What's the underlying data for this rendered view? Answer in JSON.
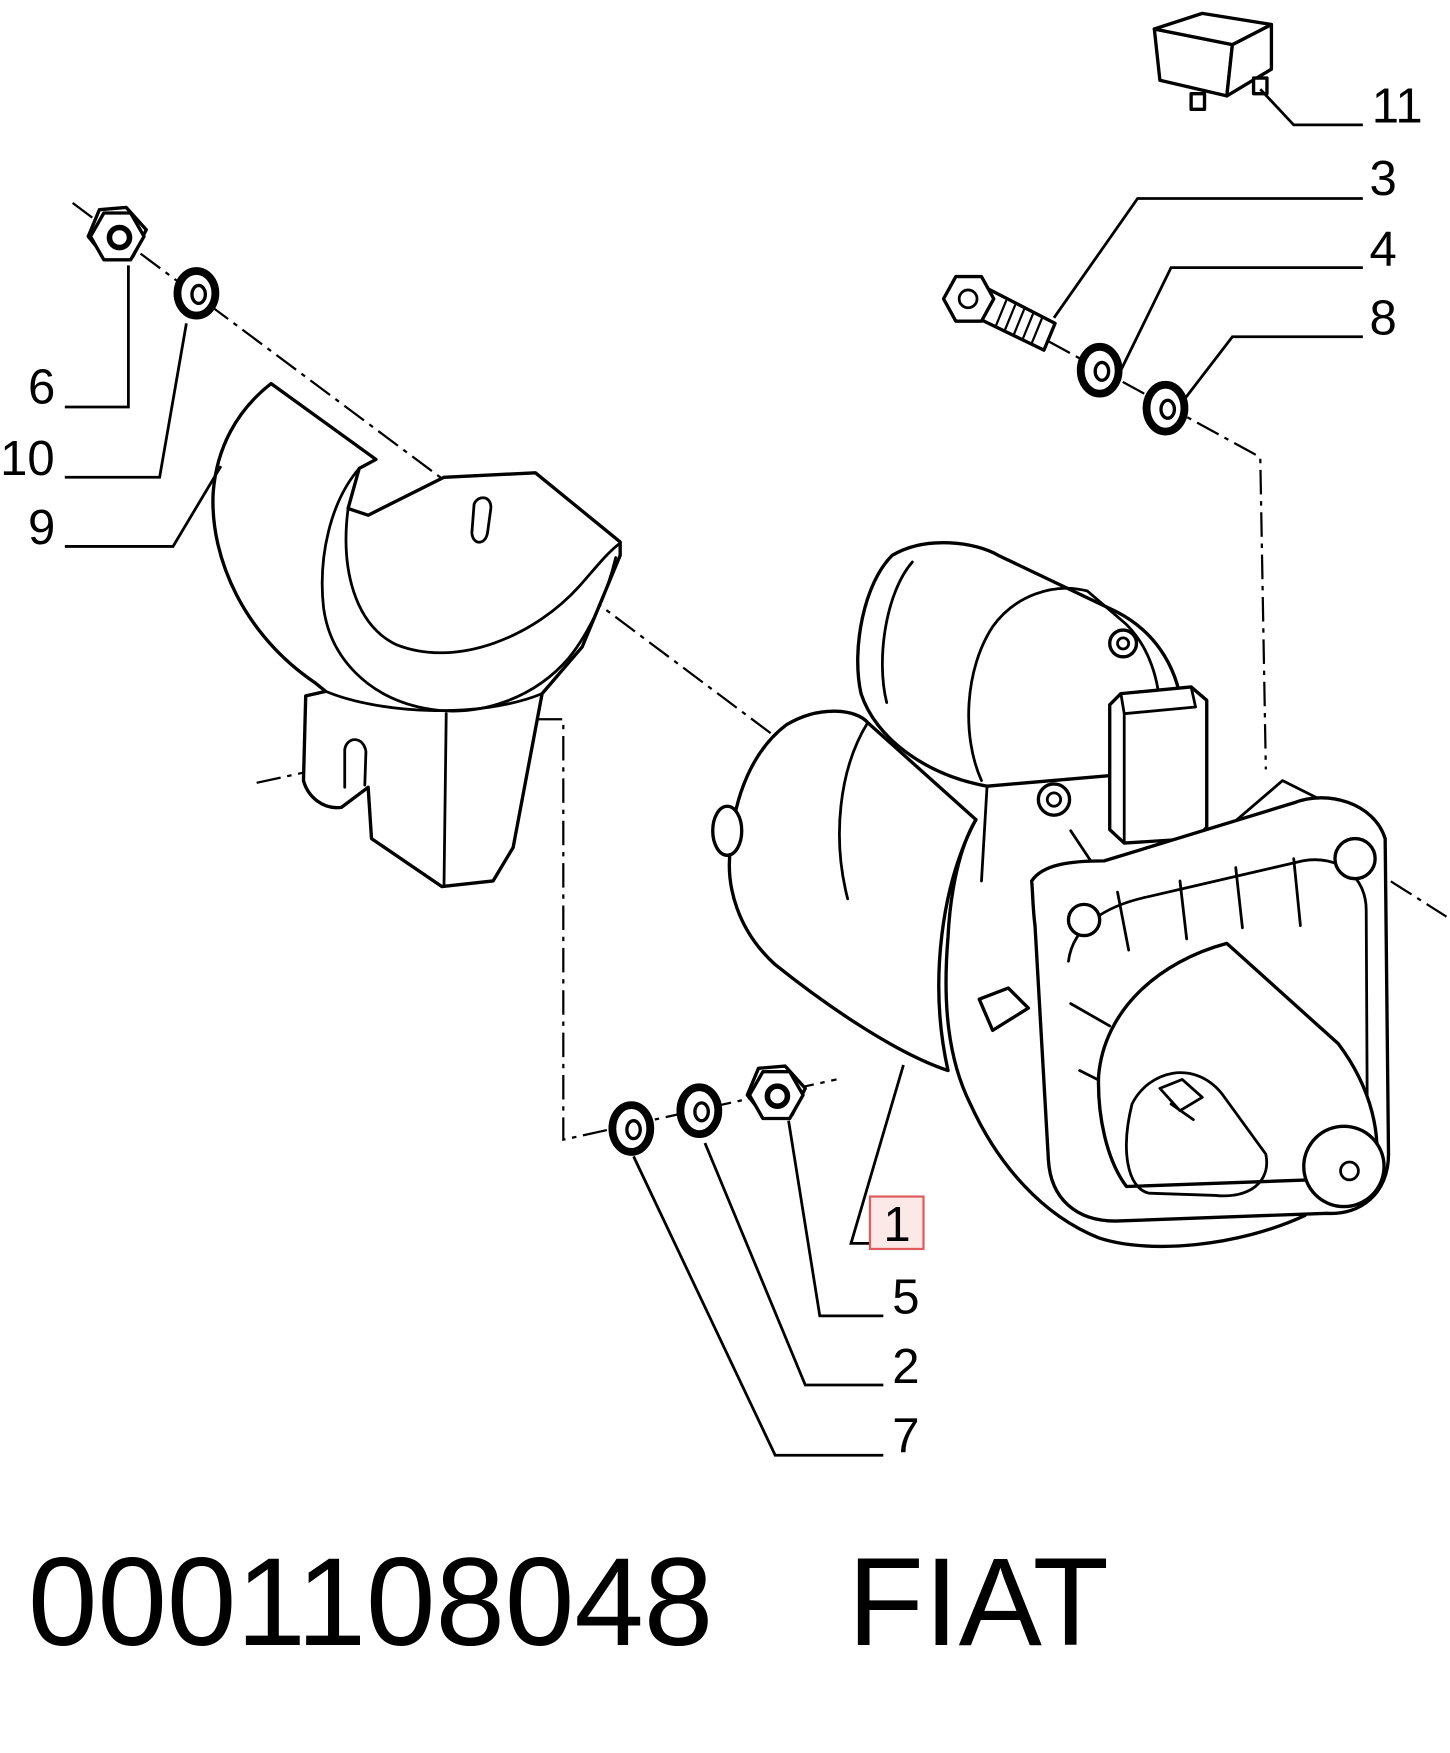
{
  "callouts": [
    {
      "label": "1",
      "highlighted": true
    },
    {
      "label": "2",
      "highlighted": false
    },
    {
      "label": "3",
      "highlighted": false
    },
    {
      "label": "4",
      "highlighted": false
    },
    {
      "label": "5",
      "highlighted": false
    },
    {
      "label": "6",
      "highlighted": false
    },
    {
      "label": "7",
      "highlighted": false
    },
    {
      "label": "8",
      "highlighted": false
    },
    {
      "label": "9",
      "highlighted": false
    },
    {
      "label": "10",
      "highlighted": false
    },
    {
      "label": "11",
      "highlighted": false
    }
  ],
  "caption": {
    "part_number": "0001108048",
    "brand": "FIAT"
  },
  "colors": {
    "line": "#000000",
    "highlight": "#e05c5c",
    "highlight_fill": "#fde8e8",
    "background": "#ffffff"
  }
}
